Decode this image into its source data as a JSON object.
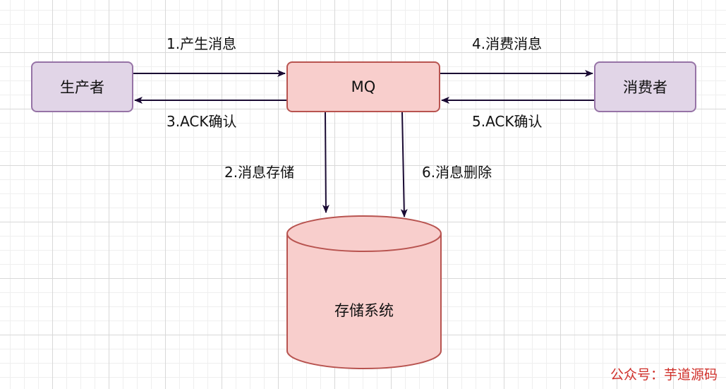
{
  "nodes": {
    "producer": "生产者",
    "mq": "MQ",
    "consumer": "消费者",
    "storage": "存储系统"
  },
  "edges": {
    "produce": "1.产生消息",
    "store": "2.消息存储",
    "producer_ack": "3.ACK确认",
    "consume": "4.消费消息",
    "consumer_ack": "5.ACK确认",
    "delete": "6.消息删除"
  },
  "colors": {
    "actor_fill": "#e1d5e7",
    "actor_stroke": "#9673a6",
    "mq_fill": "#f8cecc",
    "mq_stroke": "#b85450",
    "arrow": "#1a0a33",
    "watermark": "#d0302a"
  },
  "watermark": "公众号：芋道源码"
}
